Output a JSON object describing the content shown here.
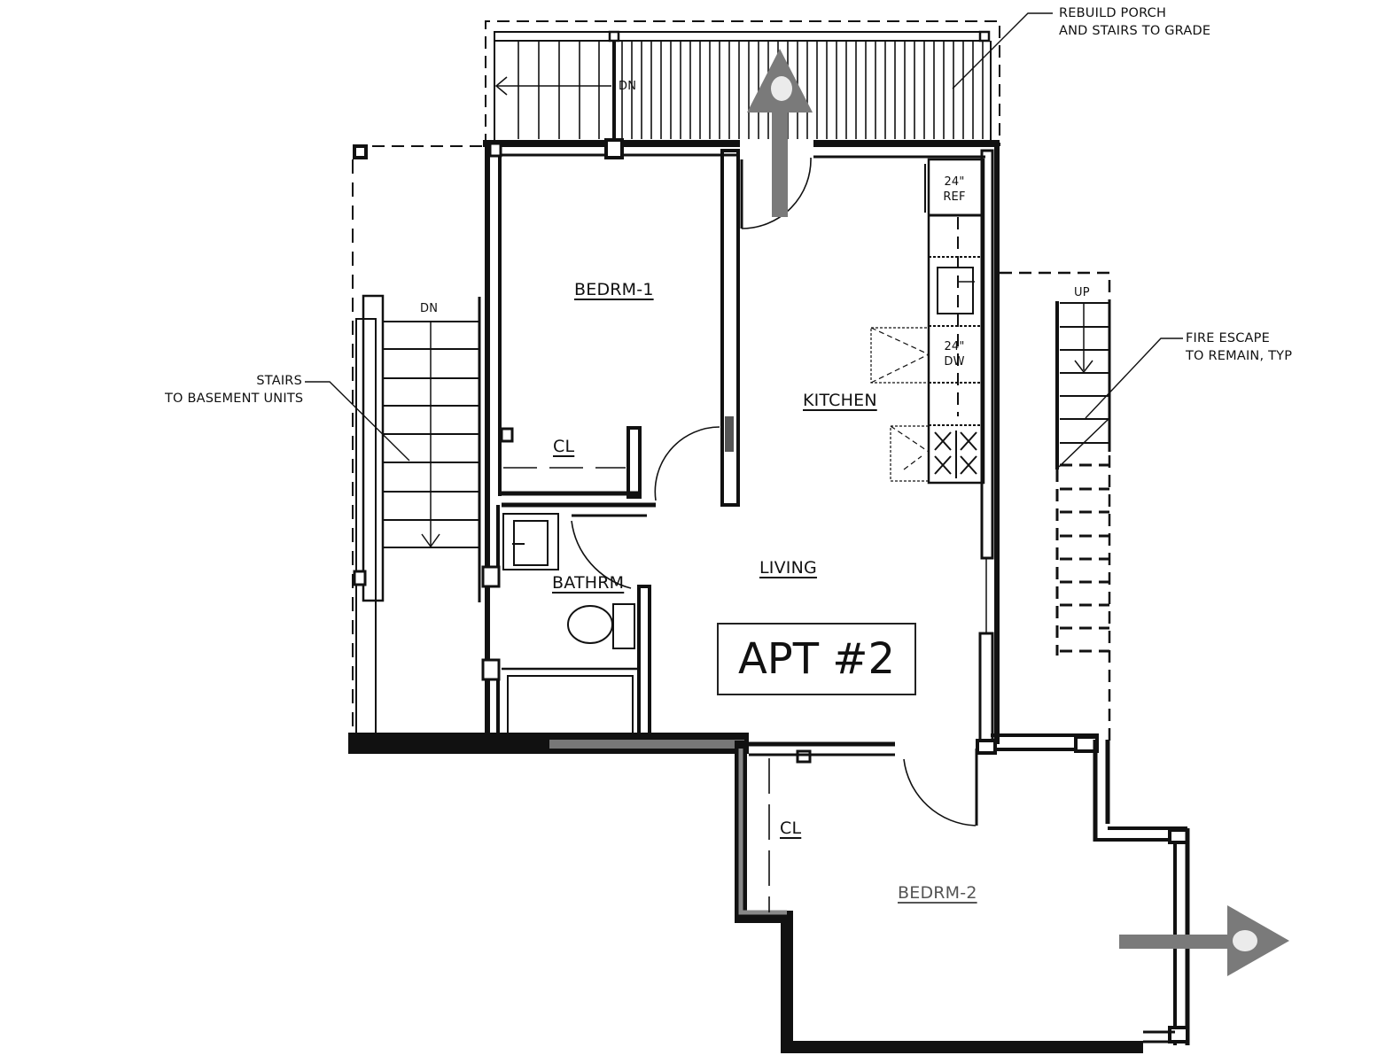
{
  "title": "APT #2",
  "rooms": {
    "bedroom1": "BEDRM-1",
    "bedroom2": "BEDRM-2",
    "kitchen": "KITCHEN",
    "living": "LIVING",
    "bathroom": "BATHRM",
    "closet1": "CL",
    "closet2": "CL"
  },
  "appliances": {
    "refrigerator": {
      "size": "24\"",
      "label": "REF"
    },
    "dishwasher": {
      "size": "24\"",
      "label": "DW"
    }
  },
  "stairs": {
    "porch_direction": "DN",
    "basement_direction": "DN",
    "fire_escape_direction": "UP"
  },
  "notes": {
    "porch_line1": "REBUILD PORCH",
    "porch_line2": "AND STAIRS TO GRADE",
    "basement_line1": "STAIRS",
    "basement_line2": "TO BASEMENT UNITS",
    "fire_escape_line1": "FIRE ESCAPE",
    "fire_escape_line2": "TO REMAIN, TYP"
  },
  "markers": [
    {
      "name": "entry-arrow",
      "direction": "up",
      "color": "#7a7a7a"
    },
    {
      "name": "exit-arrow",
      "direction": "right",
      "color": "#7a7a7a"
    }
  ],
  "colors": {
    "line": "#111111",
    "arrow": "#7a7a7a",
    "background": "#ffffff"
  }
}
